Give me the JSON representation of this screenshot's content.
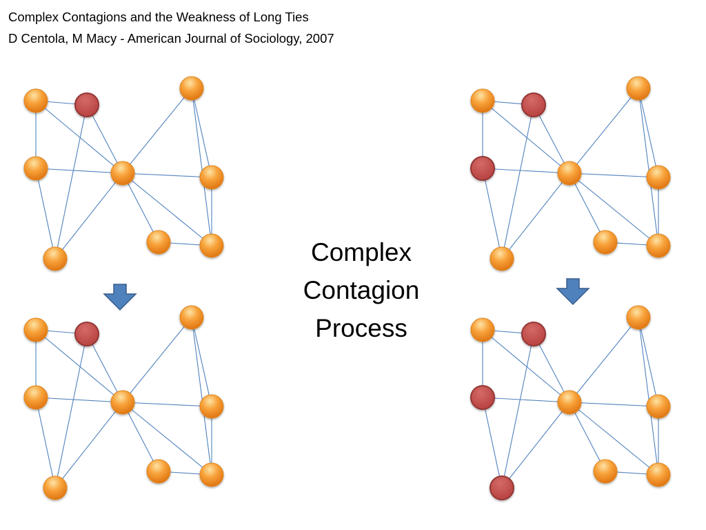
{
  "header": {
    "line1": "Complex Contagions and the Weakness of Long Ties",
    "line2": "D Centola, M Macy - American Journal of Sociology, 2007"
  },
  "center": {
    "line1": "Complex",
    "line2": "Contagion",
    "line3": "Process"
  },
  "colors": {
    "edge": "#4f81bd",
    "arrow": "#4f81bd",
    "uninfected_node": "#f7941d",
    "infected_node": "#c0504d"
  },
  "network": {
    "node_ids": [
      "a",
      "b",
      "c",
      "d",
      "e",
      "f",
      "g",
      "h",
      "i"
    ],
    "edges": [
      [
        "a",
        "b"
      ],
      [
        "a",
        "c"
      ],
      [
        "a",
        "e"
      ],
      [
        "b",
        "e"
      ],
      [
        "b",
        "d"
      ],
      [
        "c",
        "e"
      ],
      [
        "c",
        "d"
      ],
      [
        "d",
        "e"
      ],
      [
        "e",
        "f"
      ],
      [
        "e",
        "g"
      ],
      [
        "e",
        "h"
      ],
      [
        "e",
        "i"
      ],
      [
        "f",
        "h"
      ],
      [
        "f",
        "i"
      ],
      [
        "g",
        "i"
      ],
      [
        "h",
        "i"
      ]
    ]
  },
  "panels": [
    {
      "id": "top-left",
      "infected": [
        "b"
      ]
    },
    {
      "id": "bottom-left",
      "infected": [
        "b"
      ]
    },
    {
      "id": "top-right",
      "infected": [
        "b",
        "c"
      ]
    },
    {
      "id": "bottom-right",
      "infected": [
        "b",
        "c",
        "d"
      ]
    }
  ],
  "transitions": [
    {
      "from": "top-left",
      "to": "bottom-left"
    },
    {
      "from": "top-right",
      "to": "bottom-right"
    }
  ]
}
